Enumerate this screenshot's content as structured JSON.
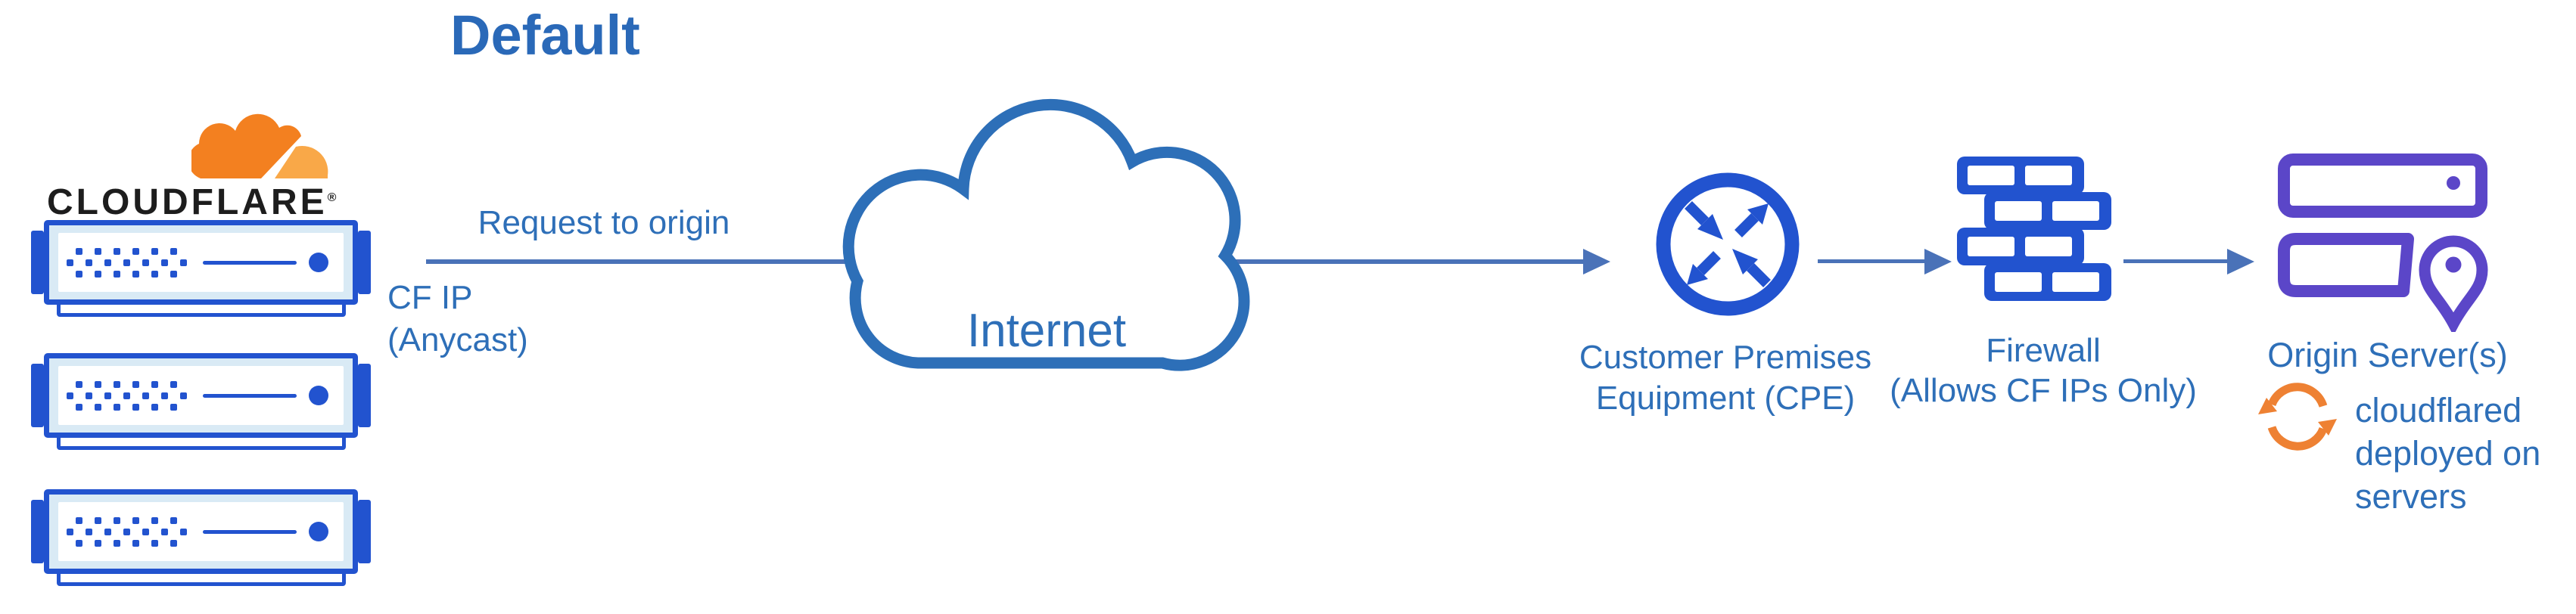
{
  "title": "Default",
  "brand": {
    "wordmark": "CLOUDFLARE",
    "registered_mark": "®"
  },
  "edge": {
    "request_label": "Request to origin",
    "cf_ip_line1": "CF IP",
    "cf_ip_line2": "(Anycast)"
  },
  "internet": {
    "label": "Internet"
  },
  "cpe": {
    "label_line1": "Customer Premises",
    "label_line2": "Equipment (CPE)"
  },
  "firewall": {
    "label_line1": "Firewall",
    "label_line2": "(Allows CF IPs Only)"
  },
  "origin": {
    "label": "Origin Server(s)",
    "note_line1": "cloudflared",
    "note_line2": "deployed on",
    "note_line3": "servers"
  },
  "icons": {
    "cloudflare_logo": "cloudflare-cloud-logo",
    "edge_server": "rack-server",
    "internet_cloud": "cloud-outline",
    "cpe_router": "router-circle-arrows",
    "firewall": "brick-wall",
    "origin_server": "server-stack-location-pin",
    "cloudflared_sync": "sync-circular-arrows"
  },
  "colors": {
    "title_blue": "#2a69b8",
    "label_blue": "#2e6fb8",
    "arrow_blue": "#4a72b8",
    "icon_blue": "#2253cf",
    "server_frame": "#d9eaf5",
    "cloud_stroke": "#2d6fb8",
    "origin_purple": "#5b46c8",
    "cf_orange": "#f38020",
    "cf_orange_light": "#f9a848",
    "sync_orange": "#ee8133",
    "wordmark_ink": "#1d1d1d"
  }
}
